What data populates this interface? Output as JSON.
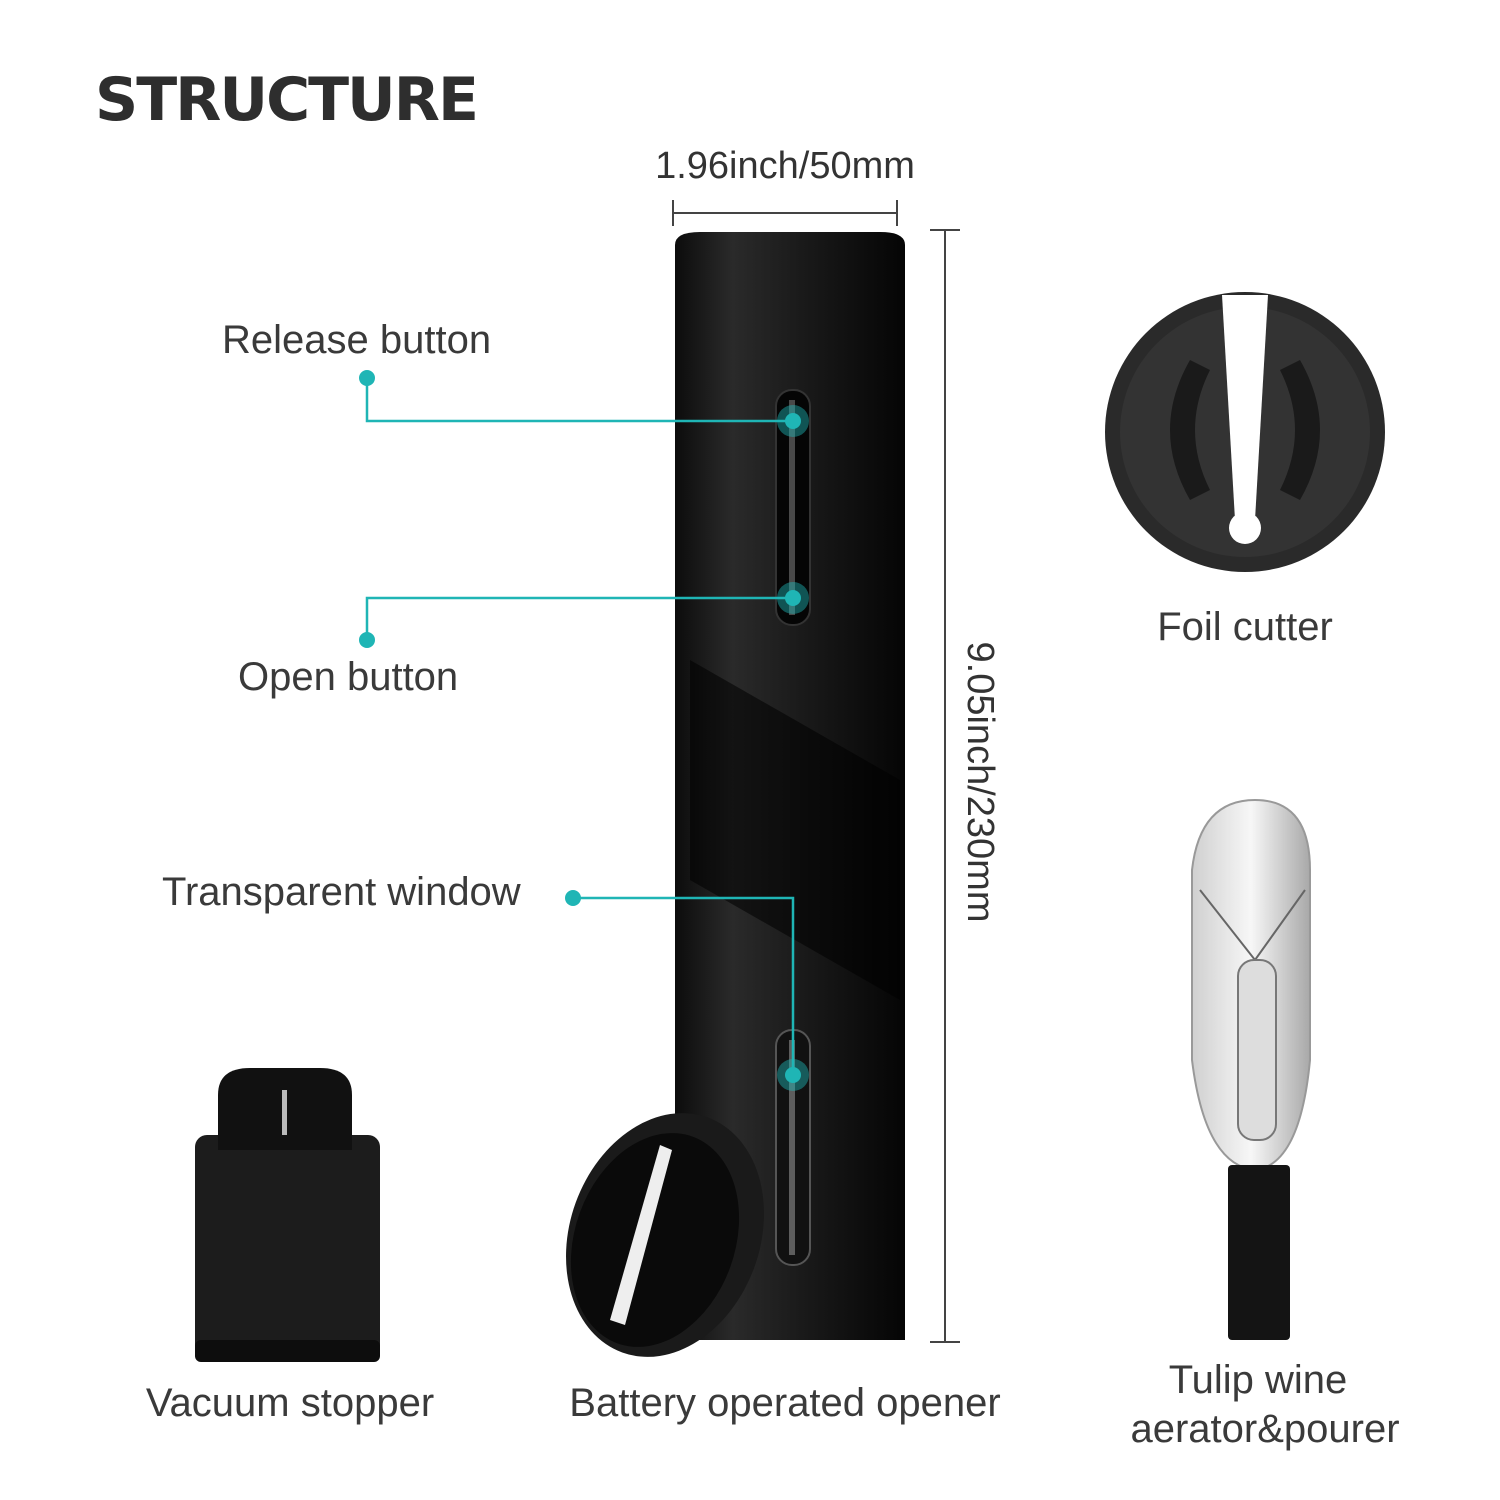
{
  "title": "STRUCTURE",
  "dimensions": {
    "width": "1.96inch/50mm",
    "height": "9.05inch/230mm"
  },
  "callouts": {
    "release_button": "Release button",
    "open_button": "Open button",
    "transparent_window": "Transparent window"
  },
  "items": {
    "foil_cutter": "Foil cutter",
    "vacuum_stopper": "Vacuum stopper",
    "opener": "Battery operated opener",
    "aerator_line1": "Tulip wine",
    "aerator_line2": "aerator&pourer"
  },
  "colors": {
    "accent": "#1fb5b5",
    "product": "#151515"
  }
}
